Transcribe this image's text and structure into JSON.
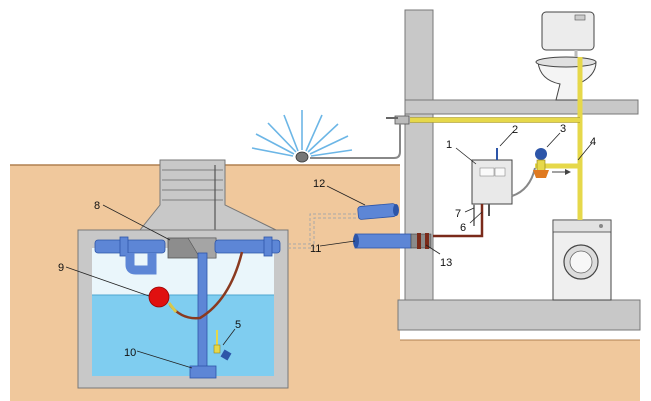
{
  "colors": {
    "soil": "#f0c89c",
    "soil_line": "#b08050",
    "concrete": "#c8c8c8",
    "concrete_dark": "#8c8c8c",
    "water": "#7fcdf0",
    "tank_air": "#eaf6fb",
    "pipe_blue": "#5d86d6",
    "pipe_blue_dark": "#2d55a8",
    "pipe_gray": "#9a9a9a",
    "pipe_yellow": "#e6d84a",
    "pipe_red": "#8a3a20",
    "float_red": "#e01010",
    "sprinkler_blue": "#6cb6e6"
  },
  "icons": [
    "toilet-icon",
    "washing-machine-icon",
    "sprinkler-icon",
    "control-unit-icon",
    "pressure-tank-icon",
    "float-switch-icon",
    "pump-icon",
    "filter-icon"
  ],
  "callouts": [
    {
      "num": "1"
    },
    {
      "num": "2"
    },
    {
      "num": "3"
    },
    {
      "num": "4"
    },
    {
      "num": "5"
    },
    {
      "num": "6"
    },
    {
      "num": "7"
    },
    {
      "num": "8"
    },
    {
      "num": "9"
    },
    {
      "num": "10"
    },
    {
      "num": "11"
    },
    {
      "num": "12"
    },
    {
      "num": "13"
    }
  ]
}
